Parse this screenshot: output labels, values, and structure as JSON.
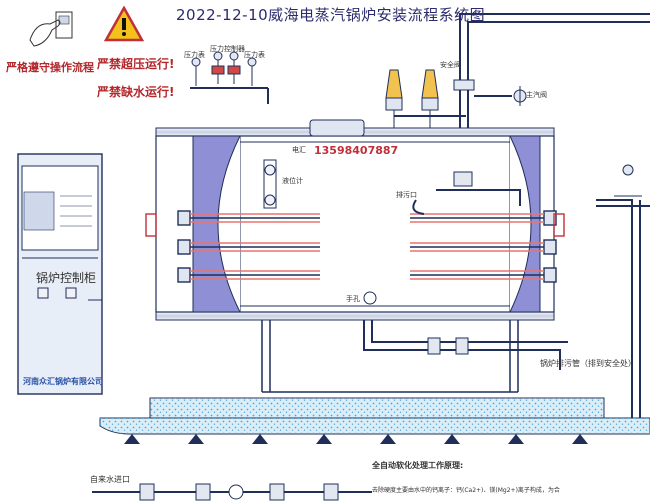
{
  "title": "2022-12-10威海电蒸汽锅炉安装流程系统图",
  "warnings": [
    "严禁超压运行!",
    "严禁缺水运行!"
  ],
  "operation_note": "严格遵守操作流程",
  "labels": {
    "gauge_1": "压力表",
    "gauge_2": "压力控制器",
    "gauge_3": "压力表",
    "main_steam_valve": "主汽阀",
    "safety_valve": "安全阀",
    "hand_hole": "手孔",
    "drain_hole": "排污口",
    "level_gauge": "液位计",
    "phone_prefix": "电汇",
    "phone": "13598407887",
    "control_cabinet": "锅炉控制柜",
    "manufacturer": "河南众汇锅炉有限公司",
    "blowdown_pipe": "锅炉排污管（排到安全处）",
    "water_inlet": "自来水进口",
    "softener_title": "全自动软化处理工作原理:",
    "softener_body": "去除硬度主要由水中的钙离子：钙(Ca2+)、镁(Mg2+)离子构成，为合"
  },
  "colors": {
    "line": "#1f2f5a",
    "vessel_end": "#8f8fd6",
    "heater_pipe": "#e9746f",
    "panel": "#e8eef7",
    "foundation": "#dbeef8",
    "foundation_dots": "#4ea7d9",
    "warning_red": "#c0303a"
  },
  "icons": [
    "hand-touch-icon",
    "warning-triangle-icon",
    "pressure-gauge-icon",
    "valve-icon"
  ]
}
